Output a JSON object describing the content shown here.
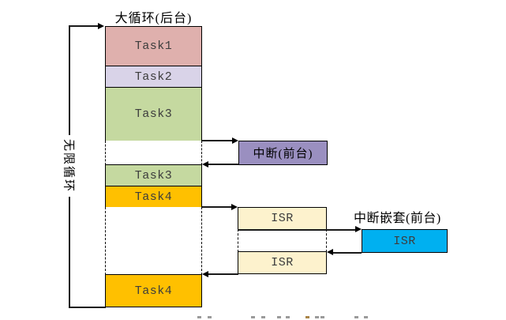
{
  "diagram": {
    "title": "大循环(后台)",
    "left_loop_label": "无限循环",
    "nested_interrupt_caption": "中断嵌套(前台)",
    "foreground_interrupt": {
      "label": "中断(前台)",
      "color": "#9a8fc0"
    },
    "background_tasks": [
      {
        "id": "task1",
        "label": "Task1",
        "color": "#dfb0ad"
      },
      {
        "id": "task2",
        "label": "Task2",
        "color": "#d9d3e8"
      },
      {
        "id": "task3-first",
        "label": "Task3",
        "color": "#c5d9a0"
      },
      {
        "id": "task3-resumed",
        "label": "Task3",
        "color": "#c5d9a0"
      },
      {
        "id": "task4-first",
        "label": "Task4",
        "color": "#ffc000"
      },
      {
        "id": "task4-resumed",
        "label": "Task4",
        "color": "#ffc000"
      }
    ],
    "isr_sequence": [
      {
        "id": "isr-first",
        "label": "ISR",
        "color": "#fdf2cd"
      },
      {
        "id": "isr-nested",
        "label": "ISR",
        "color": "#00b0f0"
      },
      {
        "id": "isr-resumed",
        "label": "ISR",
        "color": "#fdf2cd"
      }
    ],
    "colors": {
      "line": "#1a1a1a",
      "border": "#000000",
      "background": "#ffffff"
    }
  }
}
